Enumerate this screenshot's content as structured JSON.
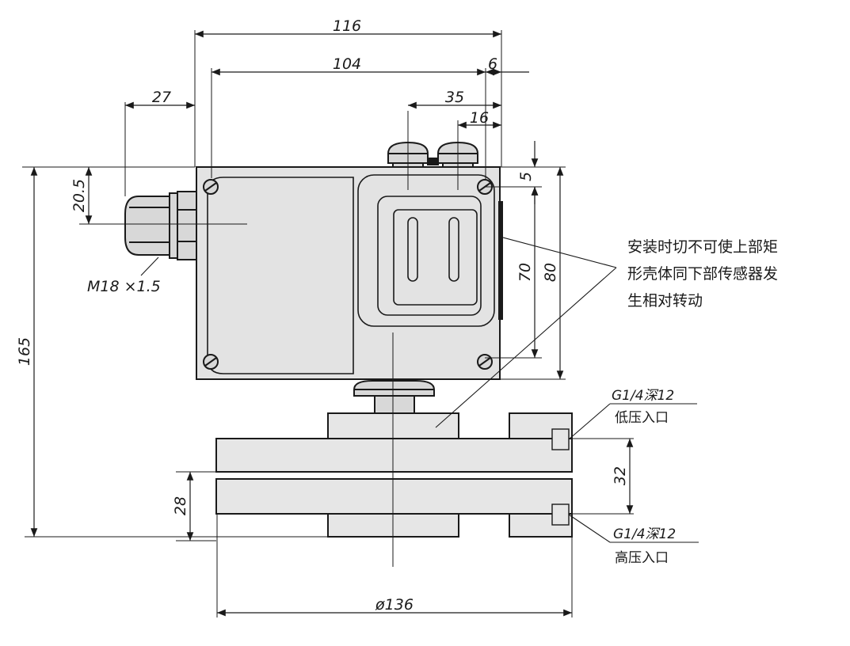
{
  "dimensions": {
    "d116": "116",
    "d104": "104",
    "d6": "6",
    "d27": "27",
    "d35": "35",
    "d16": "16",
    "d5": "5",
    "d20_5": "20.5",
    "d70": "70",
    "d80": "80",
    "d165": "165",
    "d32": "32",
    "d28": "28",
    "d136": "ø136"
  },
  "thread_label": "M18 ×1.5",
  "note": {
    "line1": "安装时切不可使上部矩",
    "line2": "形壳体同下部传感器发",
    "line3": "生相对转动"
  },
  "ports": {
    "low": {
      "spec": "G1/4深12",
      "name": "低压入口"
    },
    "high": {
      "spec": "G1/4深12",
      "name": "高压入口"
    }
  },
  "colors": {
    "line": "#1a1a1a",
    "body_fill": "#e3e3e3",
    "part_fill": "#e6e6e6"
  }
}
